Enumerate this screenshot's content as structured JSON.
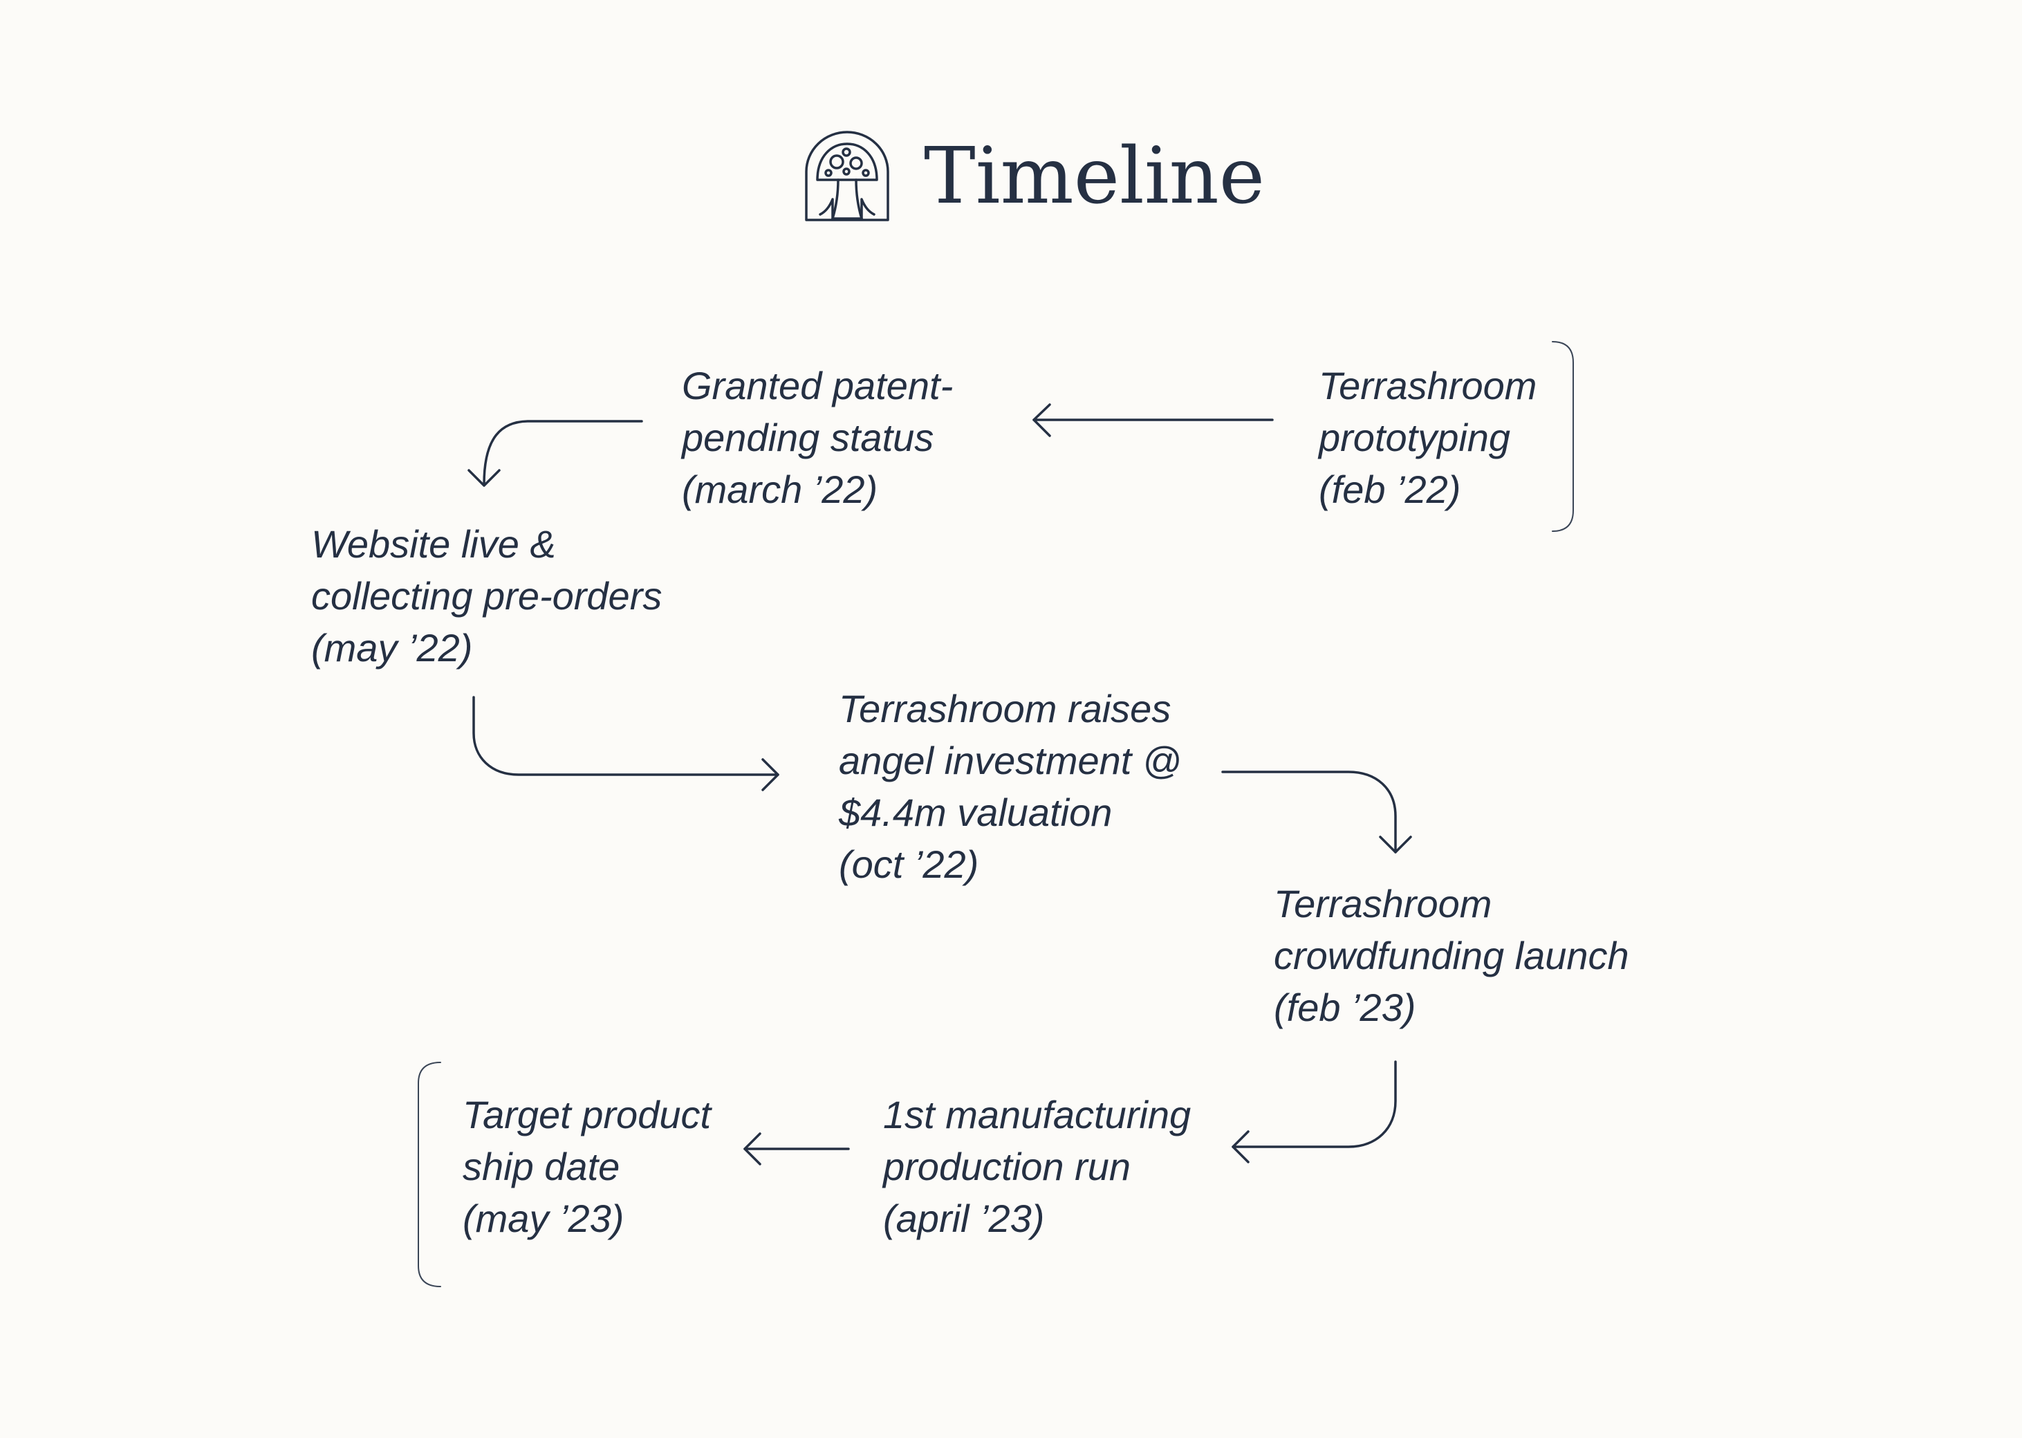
{
  "title": "Timeline",
  "logo_icon": "mushroom-arch-icon",
  "colors": {
    "background": "#fcfbf8",
    "ink": "#253043"
  },
  "milestones": [
    {
      "lines": [
        "Terrashroom",
        "prototyping",
        "(feb ’22)"
      ]
    },
    {
      "lines": [
        "Granted patent-",
        "pending status",
        "(march ’22)"
      ]
    },
    {
      "lines": [
        "Website live &",
        "collecting pre-orders",
        "(may ’22)"
      ]
    },
    {
      "lines": [
        "Terrashroom raises",
        "angel investment @",
        "$4.4m valuation",
        "(oct ’22)"
      ]
    },
    {
      "lines": [
        "Terrashroom",
        "crowdfunding launch",
        "(feb ’23)"
      ]
    },
    {
      "lines": [
        "1st manufacturing",
        "production run",
        "(april ’23)"
      ]
    },
    {
      "lines": [
        "Target product",
        "ship date",
        "(may ’23)"
      ]
    }
  ]
}
